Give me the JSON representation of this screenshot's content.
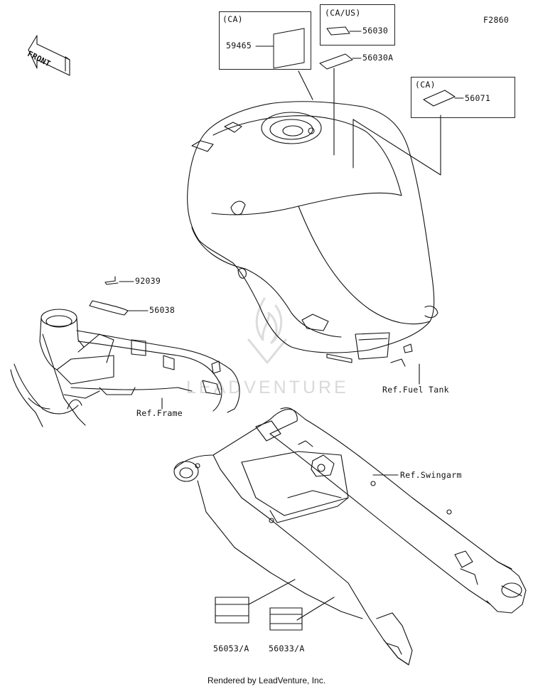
{
  "diagram_code": "F2860",
  "front_arrow_label": "FRONT",
  "labels": {
    "ca_box_1": "(CA)",
    "ca_us_box": "(CA/US)",
    "ca_box_2": "(CA)",
    "p59465": "59465",
    "p56030": "56030",
    "p56030A": "56030A",
    "p56071": "56071",
    "p92039": "92039",
    "p56038": "56038",
    "ref_frame": "Ref.Frame",
    "ref_fuel_tank": "Ref.Fuel Tank",
    "ref_swingarm": "Ref.Swingarm",
    "p56053A": "56053/A",
    "p56033A": "56033/A"
  },
  "watermark": "LEADVENTURE",
  "footer": "Rendered by LeadVenture, Inc."
}
